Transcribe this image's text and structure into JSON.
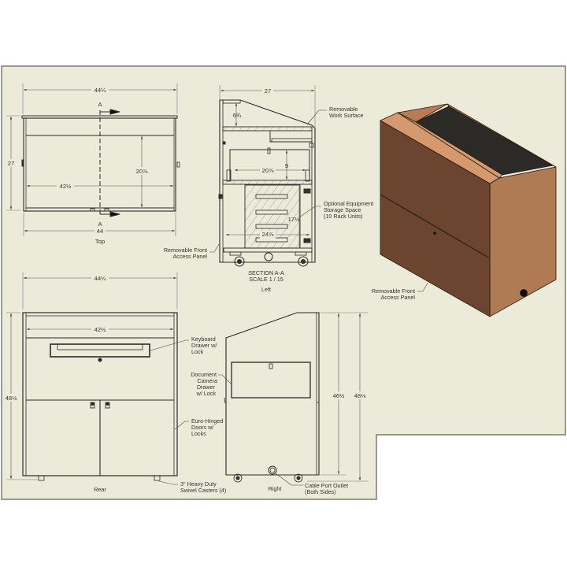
{
  "sheet": {
    "background": "#ecead9",
    "border": "#7a7a70",
    "cutout": "#ffffff"
  },
  "colors": {
    "line": "#2a2a2a",
    "dim_line": "#555555",
    "wood_front": "#6b4530",
    "wood_side": "#b07a55",
    "wood_top_trim": "#d49a6e",
    "work_surface": "#2c2a26",
    "hatch": "#8a8a80"
  },
  "views": {
    "top": {
      "title": "Top",
      "dims": {
        "overall_width_top": "44¼",
        "depth": "27",
        "inner_depth": "20⅞",
        "inner_width": "42½",
        "overall_width_bottom": "44"
      },
      "section_marker": "A"
    },
    "section": {
      "title_line1": "SECTION A-A",
      "title_line2": "SCALE 1 / 15",
      "view_name": "Left",
      "dims": {
        "depth": "27",
        "top_clearance": "6¾",
        "drawer_width": "20⅞",
        "drawer_height": "9",
        "rack_height": "17½",
        "rack_depth": "24⅞"
      },
      "callouts": {
        "work_surface_1": "Removable",
        "work_surface_2": "Work Surface",
        "storage_1": "Optional Equipment",
        "storage_2": "Storage Space",
        "storage_3": "(10 Rack Units)",
        "access_panel_1": "Removable Front",
        "access_panel_2": "Access Panel"
      }
    },
    "iso": {
      "callout_1": "Removable Front",
      "callout_2": "Access Panel"
    },
    "rear": {
      "title": "Rear",
      "dims": {
        "overall_width": "44¼",
        "inner_width": "42½",
        "height": "48⅛"
      },
      "callouts": {
        "keyboard_1": "Keyboard",
        "keyboard_2": "Drawer w/",
        "keyboard_3": "Lock",
        "doors_1": "Euro-Hinged",
        "doors_2": "Doors w/",
        "doors_3": "Locks",
        "casters_1": "3\" Heavy Duty",
        "casters_2": "Swivel Casters (4)"
      }
    },
    "right": {
      "title": "Right",
      "dims": {
        "body_height": "46½",
        "overall_height": "48⅛"
      },
      "callouts": {
        "doc_cam_1": "Document",
        "doc_cam_2": "Camera",
        "doc_cam_3": "Drawer",
        "doc_cam_4": "w/ Lock",
        "cable_1": "Cable Port Outlet",
        "cable_2": "(Both Sides)"
      }
    }
  }
}
